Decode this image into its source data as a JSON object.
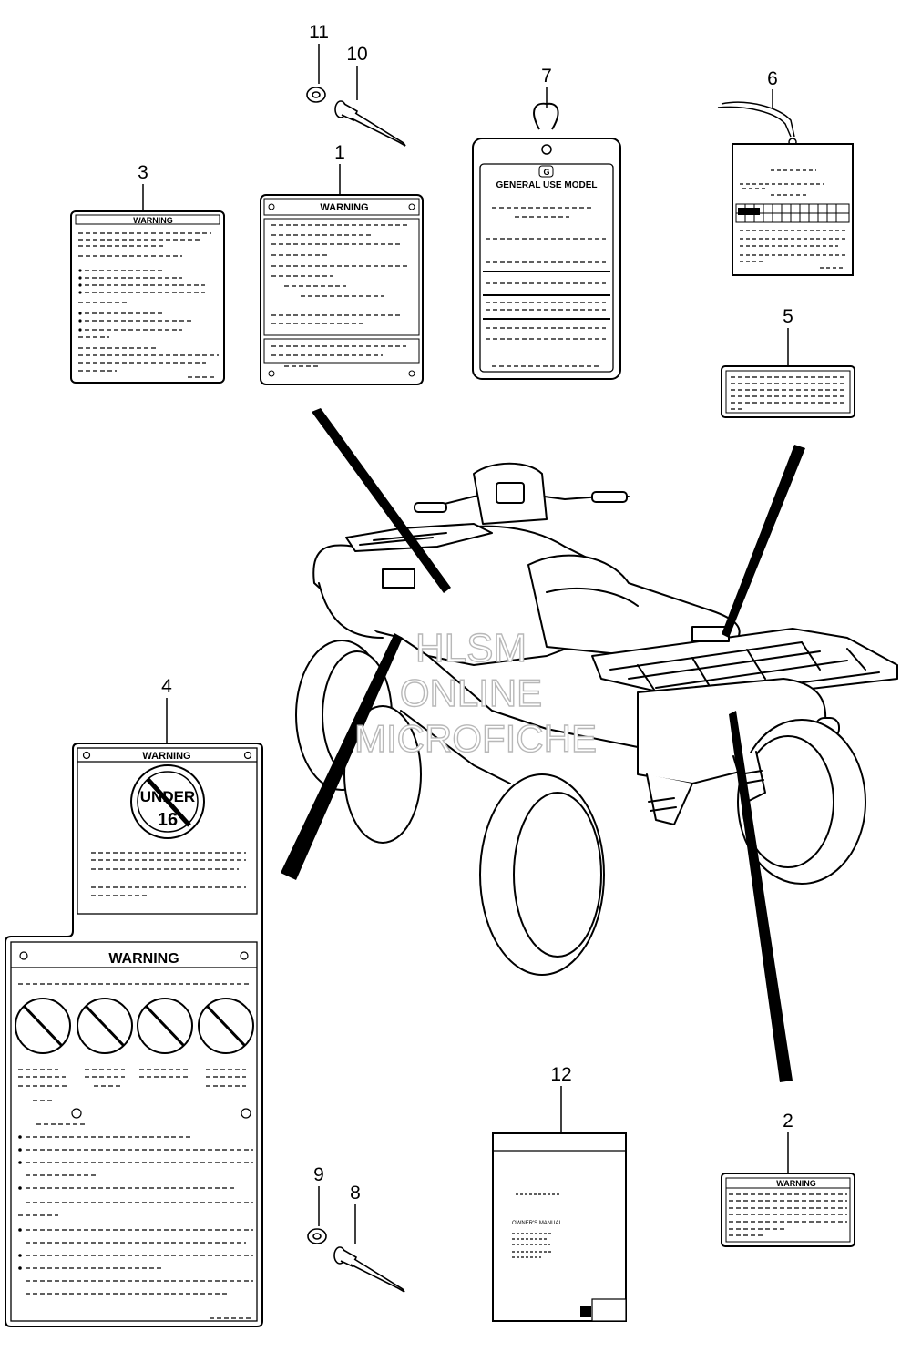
{
  "callouts": {
    "c1": "1",
    "c2": "2",
    "c3": "3",
    "c4": "4",
    "c5": "5",
    "c6": "6",
    "c7": "7",
    "c8": "8",
    "c9": "9",
    "c10": "10",
    "c11": "11",
    "c12": "12"
  },
  "labels": {
    "warning": "WARNING",
    "general_use_model": "GENERAL USE MODEL",
    "g_mark": "G",
    "under": "UNDER",
    "age": "16",
    "owners_manual": "OWNER'S MANUAL"
  },
  "watermark": {
    "line1": "HLSM",
    "line2": "ONLINE",
    "line3": "MICROFICHE"
  }
}
